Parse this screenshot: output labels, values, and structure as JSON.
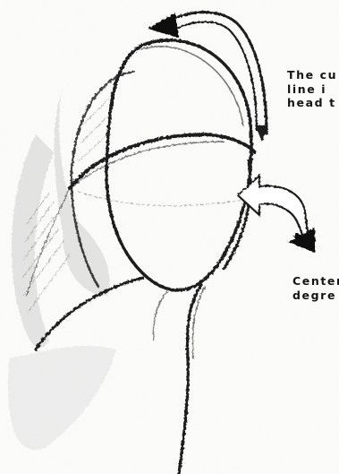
{
  "captions": {
    "top": [
      "The cu",
      "line i",
      "head t"
    ],
    "bottom": [
      "Center",
      "degre"
    ]
  },
  "colors": {
    "paper": "#fbfbf9",
    "pencil": "#1c1c1c",
    "shading": "#8a8a8a",
    "arrow_fill": "#111111"
  },
  "icons": [
    "curved-arrow-icon",
    "double-headed-arrow-icon"
  ]
}
